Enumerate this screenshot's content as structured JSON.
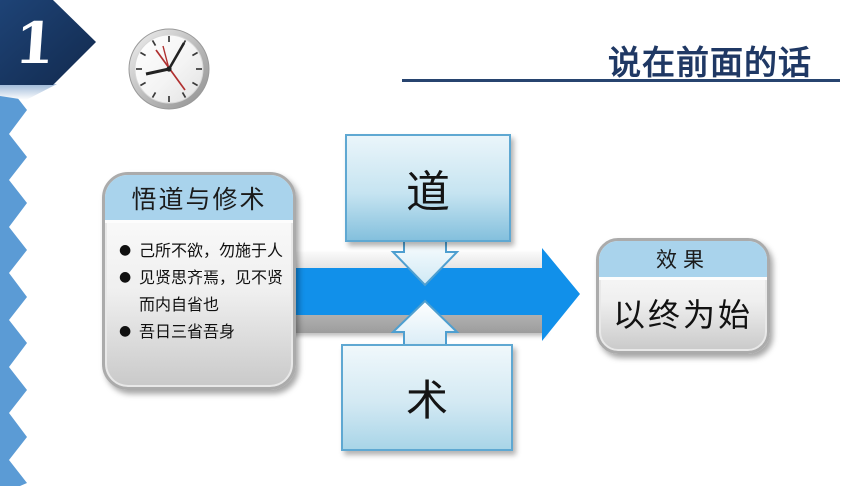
{
  "slide": {
    "number": "1",
    "title": "说在前面的话"
  },
  "principles_card": {
    "header": "悟道与修术",
    "bullets": [
      "己所不欲，勿施于人",
      "见贤思齐焉，见不贤而内自省也",
      "吾日三省吾身"
    ]
  },
  "flow": {
    "top_box_label": "道",
    "bottom_box_label": "术",
    "result_header": "效果",
    "result_body": "以终为始"
  },
  "icons": {
    "clock": "analog-clock-icon",
    "badge": "right-pointing-pentagon-badge",
    "ribbon": "blue-zigzag-ribbon"
  },
  "colors": {
    "title_navy": "#1f3864",
    "badge_navy": "#16335d",
    "ribbon_blue": "#5b9bd5",
    "arrow_blue": "#1190ea",
    "card_header_blue": "#a9d3ec",
    "box_border_blue": "#5fa8d2",
    "track_silver": "#b5b5b5"
  }
}
